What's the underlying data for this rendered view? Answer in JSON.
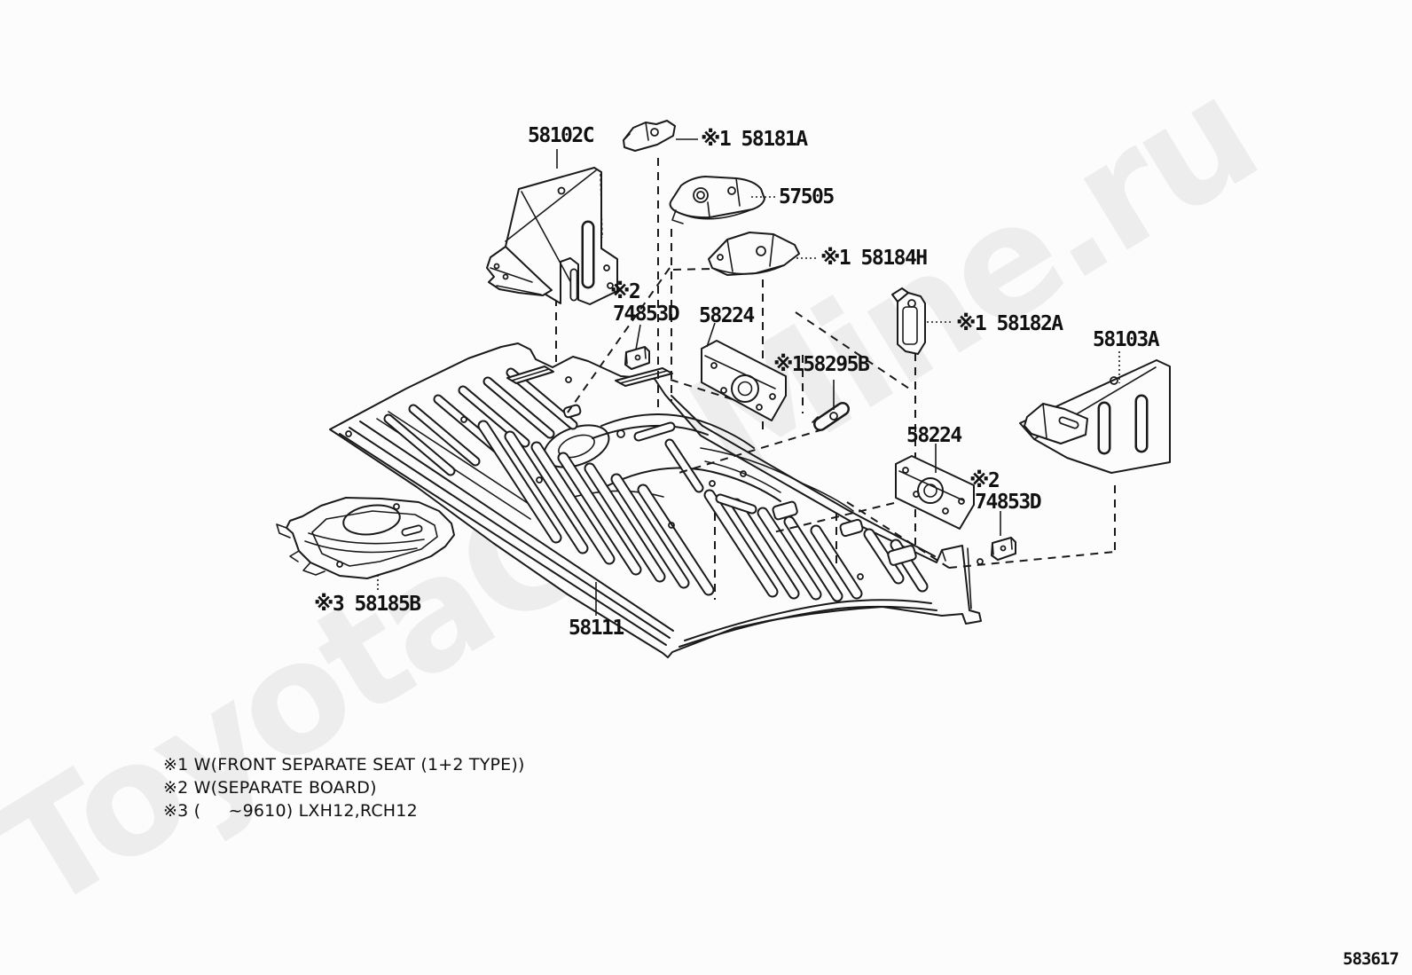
{
  "watermark": {
    "text": "ToyotaCarMine.ru"
  },
  "doc_number": "583617",
  "labels": [
    {
      "text": "58102C"
    },
    {
      "text": "※1 58181A"
    },
    {
      "text": "57505"
    },
    {
      "text": "※1 58184H"
    },
    {
      "text": "※2"
    },
    {
      "text": "74853D"
    },
    {
      "text": "58224"
    },
    {
      "text": "※158295B"
    },
    {
      "text": "※1 58182A"
    },
    {
      "text": "58103A"
    },
    {
      "text": "58224"
    },
    {
      "text": "※2"
    },
    {
      "text": "74853D"
    },
    {
      "text": "※3 58185B"
    },
    {
      "text": "58111"
    }
  ],
  "footnotes": [
    "※1 W(FRONT SEPARATE SEAT (1+2 TYPE))",
    "※2 W(SEPARATE BOARD)",
    "※3 (     ~9610) LXH12,RCH12"
  ]
}
